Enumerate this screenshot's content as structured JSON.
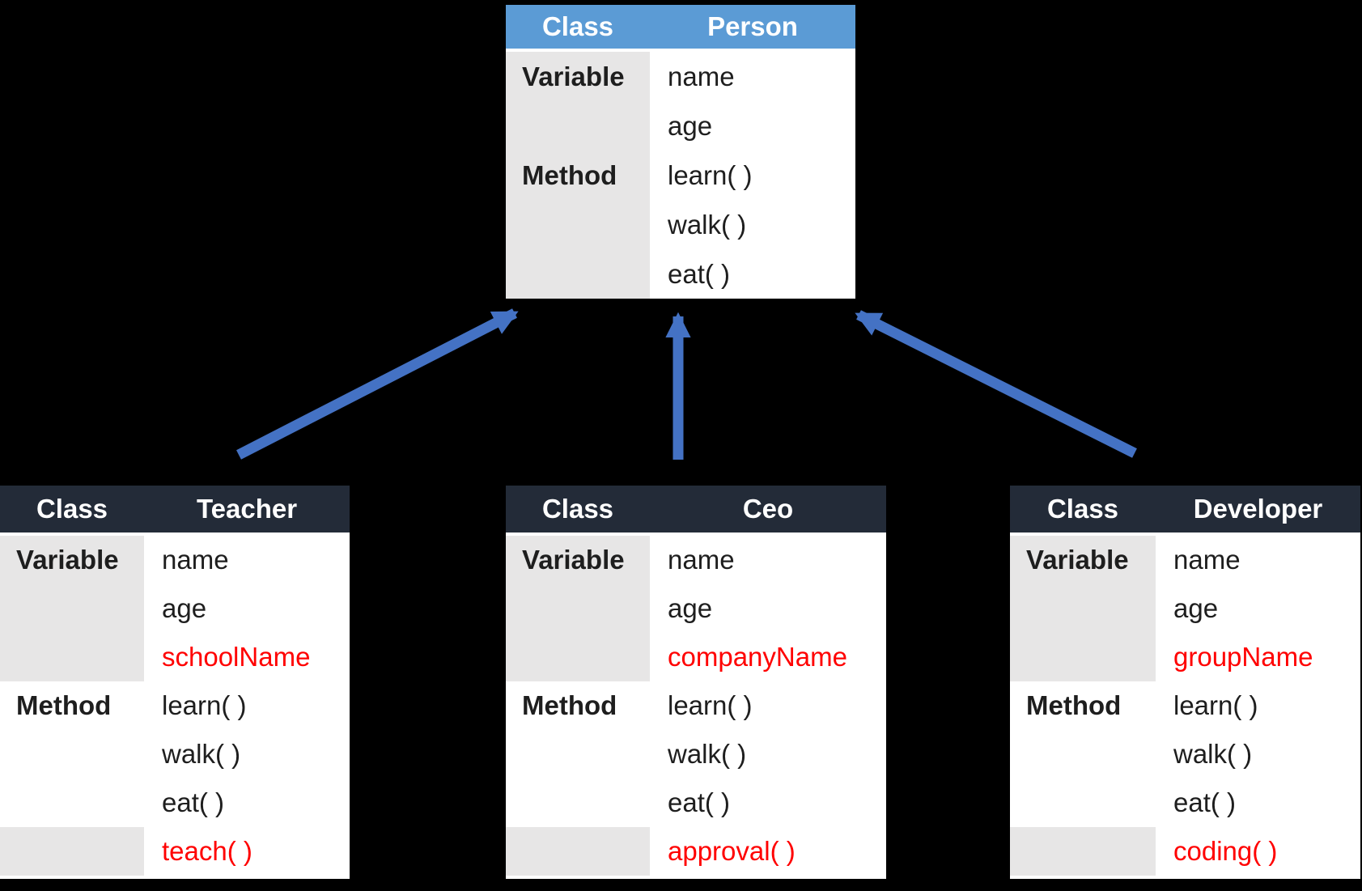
{
  "colors": {
    "canvasBg": "#000000",
    "personHeaderBg": "#5B9BD5",
    "childHeaderBg": "#232B38",
    "headerText": "#FFFFFF",
    "labelCellBg": "#E7E6E6",
    "cellBg": "#FFFFFF",
    "bodyText": "#1E1E1E",
    "newMemberText": "#FF0000",
    "arrow": "#4472C4"
  },
  "diagram": {
    "arrows": [
      {
        "name": "teacher-to-person"
      },
      {
        "name": "ceo-to-person"
      },
      {
        "name": "developer-to-person"
      }
    ]
  },
  "tables": {
    "person": {
      "key_label": "Class",
      "class_name": "Person",
      "variable_label": "Variable",
      "method_label": "Method",
      "rows": [
        {
          "text": "name",
          "new_member": false
        },
        {
          "text": "age",
          "new_member": false
        },
        {
          "text": "learn( )",
          "new_member": false
        },
        {
          "text": "walk( )",
          "new_member": false
        },
        {
          "text": "eat( )",
          "new_member": false
        }
      ]
    },
    "teacher": {
      "key_label": "Class",
      "class_name": "Teacher",
      "variable_label": "Variable",
      "method_label": "Method",
      "rows": [
        {
          "text": "name",
          "new_member": false
        },
        {
          "text": "age",
          "new_member": false
        },
        {
          "text": "schoolName",
          "new_member": true
        },
        {
          "text": "learn( )",
          "new_member": false
        },
        {
          "text": "walk( )",
          "new_member": false
        },
        {
          "text": "eat( )",
          "new_member": false
        },
        {
          "text": "teach( )",
          "new_member": true
        }
      ]
    },
    "ceo": {
      "key_label": "Class",
      "class_name": "Ceo",
      "variable_label": "Variable",
      "method_label": "Method",
      "rows": [
        {
          "text": "name",
          "new_member": false
        },
        {
          "text": "age",
          "new_member": false
        },
        {
          "text": "companyName",
          "new_member": true
        },
        {
          "text": "learn( )",
          "new_member": false
        },
        {
          "text": "walk( )",
          "new_member": false
        },
        {
          "text": "eat( )",
          "new_member": false
        },
        {
          "text": "approval( )",
          "new_member": true
        }
      ]
    },
    "developer": {
      "key_label": "Class",
      "class_name": "Developer",
      "variable_label": "Variable",
      "method_label": "Method",
      "rows": [
        {
          "text": "name",
          "new_member": false
        },
        {
          "text": "age",
          "new_member": false
        },
        {
          "text": "groupName",
          "new_member": true
        },
        {
          "text": "learn( )",
          "new_member": false
        },
        {
          "text": "walk( )",
          "new_member": false
        },
        {
          "text": "eat( )",
          "new_member": false
        },
        {
          "text": "coding( )",
          "new_member": true
        }
      ]
    }
  }
}
